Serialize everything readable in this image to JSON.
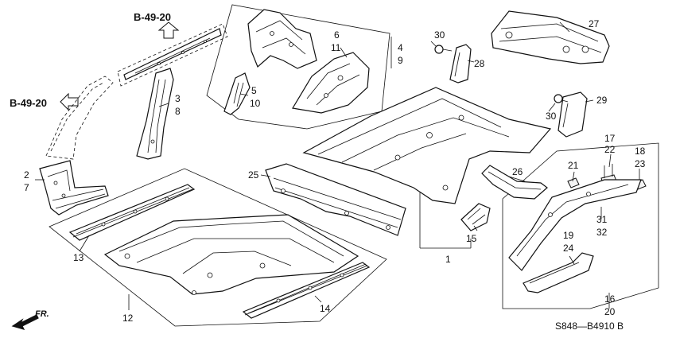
{
  "reference_labels": {
    "top": "B-49-20",
    "left": "B-49-20"
  },
  "callouts": {
    "c1": "1",
    "c2": "2",
    "c3": "3",
    "c4": "4",
    "c5": "5",
    "c6": "6",
    "c7": "7",
    "c8": "8",
    "c9": "9",
    "c10": "10",
    "c11": "11",
    "c12": "12",
    "c13": "13",
    "c14": "14",
    "c15": "15",
    "c16": "16",
    "c17": "17",
    "c18": "18",
    "c19": "19",
    "c20": "20",
    "c21": "21",
    "c22": "22",
    "c23": "23",
    "c24": "24",
    "c25": "25",
    "c26": "26",
    "c27": "27",
    "c28": "28",
    "c29": "29",
    "c30a": "30",
    "c30b": "30",
    "c31": "31",
    "c32": "32"
  },
  "front_label": "FR.",
  "diagram_code": "S848—B4910 B"
}
